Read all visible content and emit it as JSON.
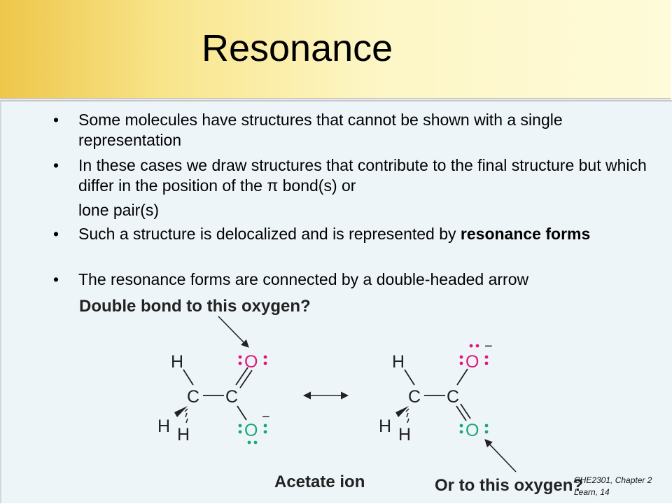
{
  "slide": {
    "title": "Resonance",
    "bullets": [
      {
        "text": "Some molecules have structures that cannot be shown with a single representation"
      },
      {
        "text": "In these cases we draw structures that contribute to the final structure but which differ in the position of the π bond(s) or"
      },
      {
        "text_before": "Such a structure is delocalized and is represented by ",
        "bold": "resonance forms"
      },
      {
        "text": "The resonance forms are connected by a double-headed arrow"
      }
    ],
    "continuation": "lone pair(s)",
    "bullet_char": "•"
  },
  "figure": {
    "label_top": "Double bond to this oxygen?",
    "label_bottom": "Or to this oxygen?",
    "caption": "Acetate ion",
    "atoms": {
      "carbon": "C",
      "hydrogen": "H",
      "oxygen": "O",
      "negative_charge": "−"
    },
    "colors": {
      "oxygen_top": "#e0157a",
      "oxygen_bottom": "#19a873"
    }
  },
  "footer": {
    "line1": "CHE2301, Chapter 2",
    "line2": "Learn, 14"
  }
}
